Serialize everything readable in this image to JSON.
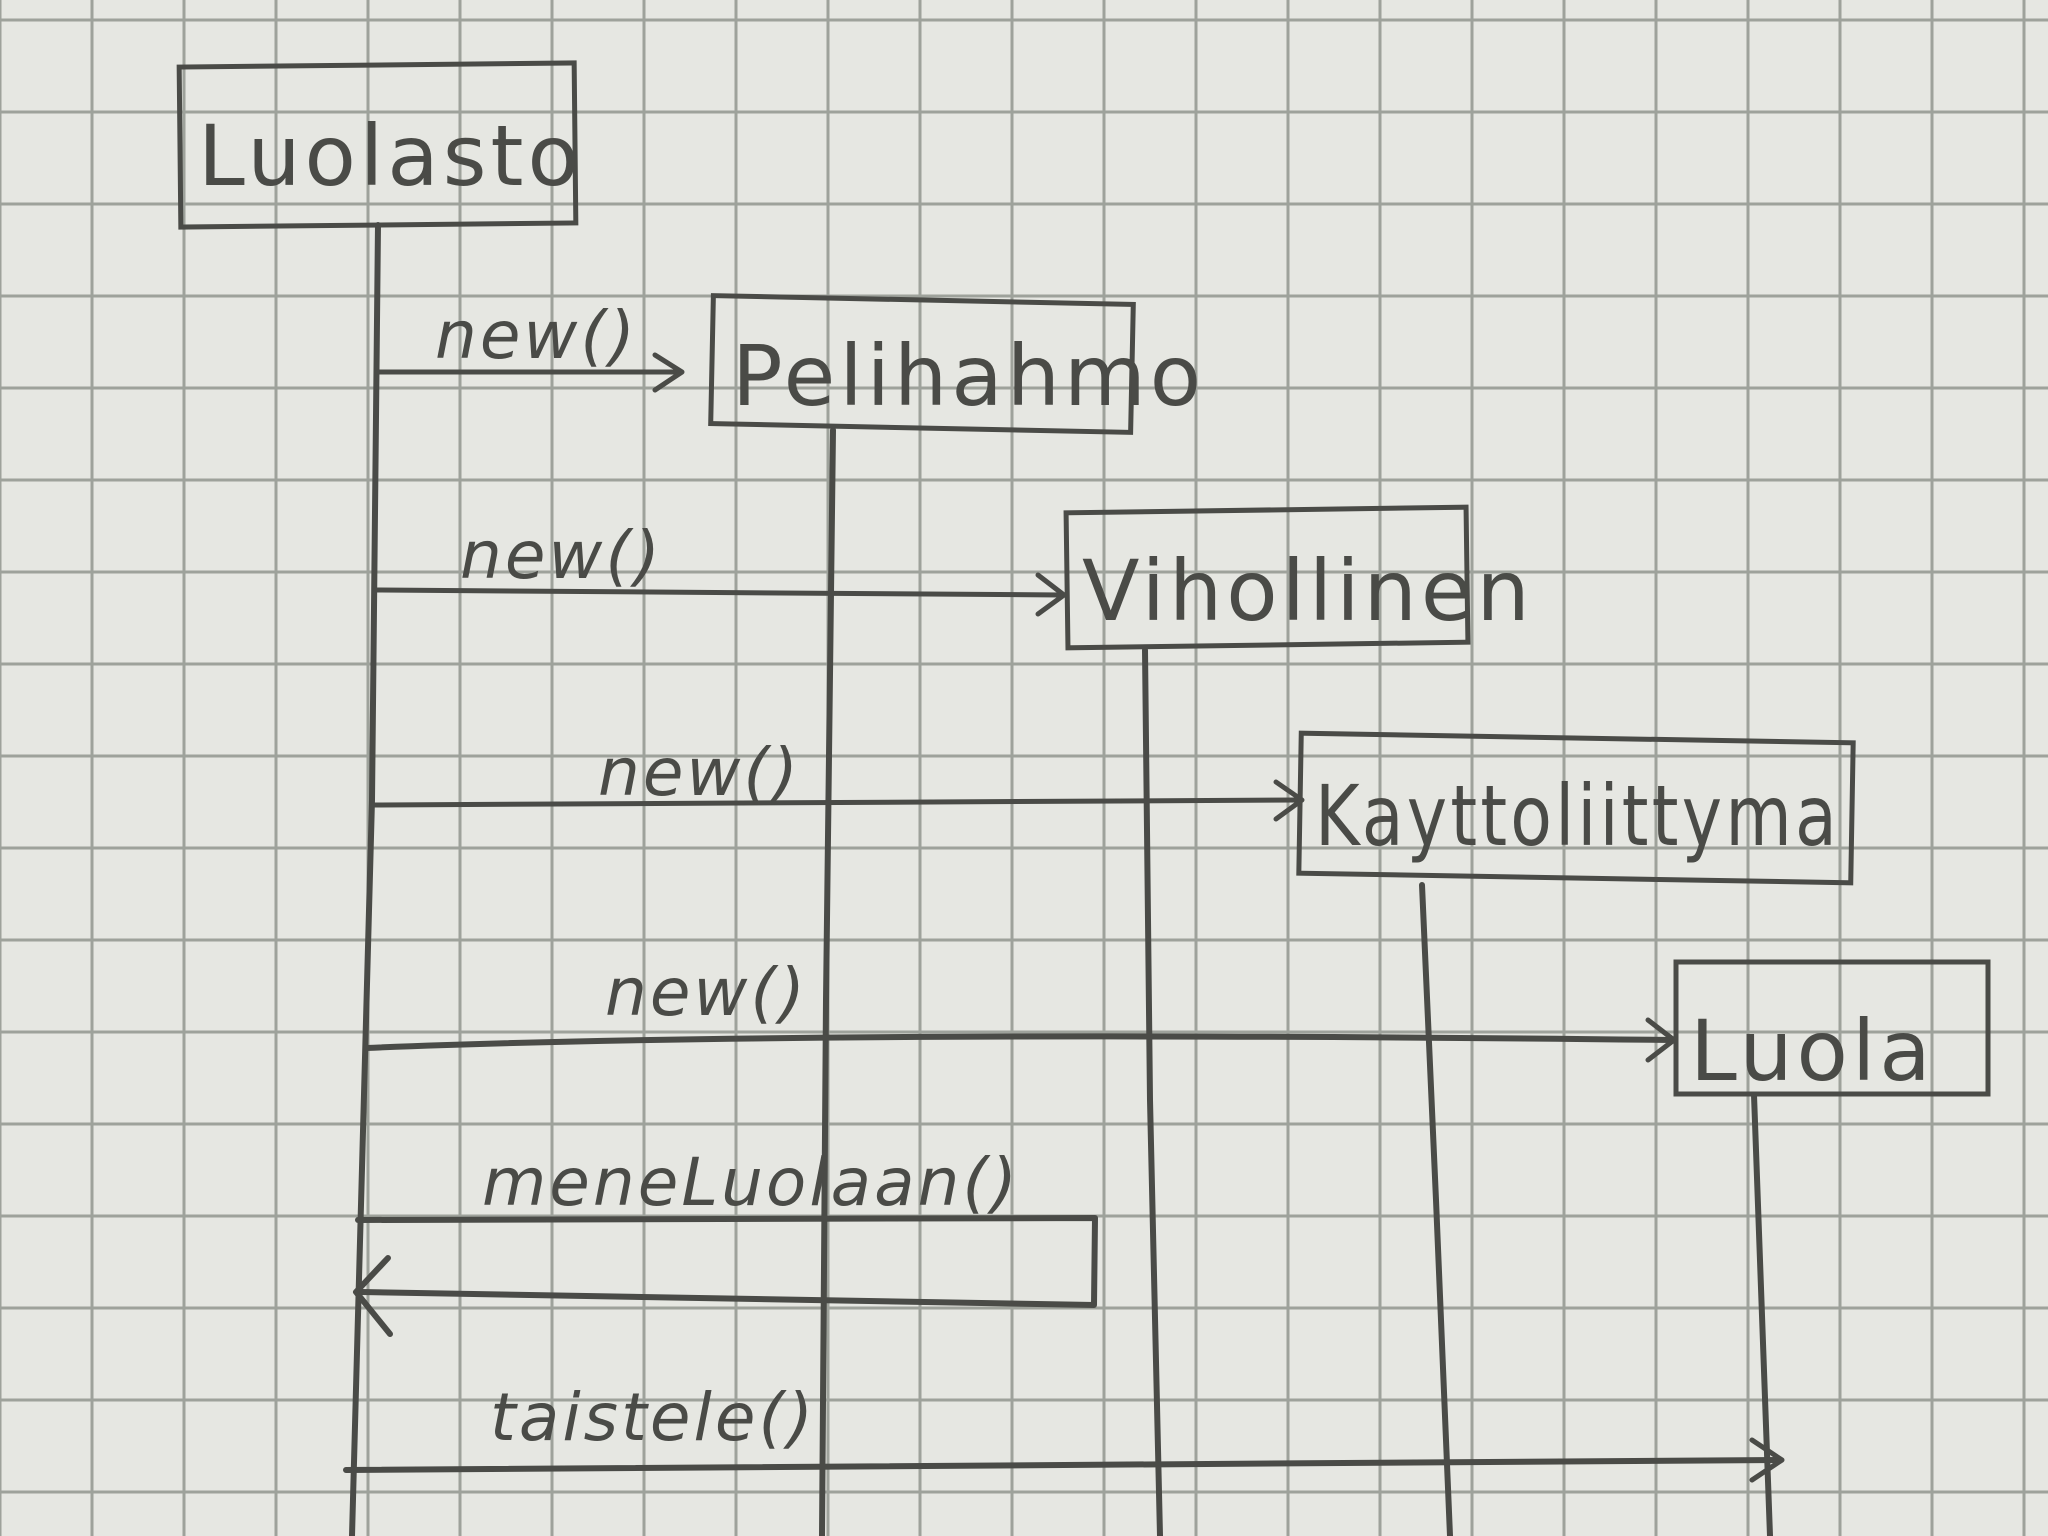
{
  "objects": {
    "luolasto": "Luolasto",
    "pelihahmo": "Pelihahmo",
    "vihollinen": "Vihollinen",
    "kayttoliittyma": "Kayttoliittyma",
    "luola": "Luola"
  },
  "messages": {
    "new_pelihahmo": "new()",
    "new_vihollinen": "new()",
    "new_kayttoliittyma": "new()",
    "new_luola": "new()",
    "mene_luolaan": "meneLuolaan()",
    "taistele": "taistele()"
  },
  "colors": {
    "paper": "#e6e7e2",
    "grid": "#9ea29b",
    "ink": "#4a4b47"
  }
}
